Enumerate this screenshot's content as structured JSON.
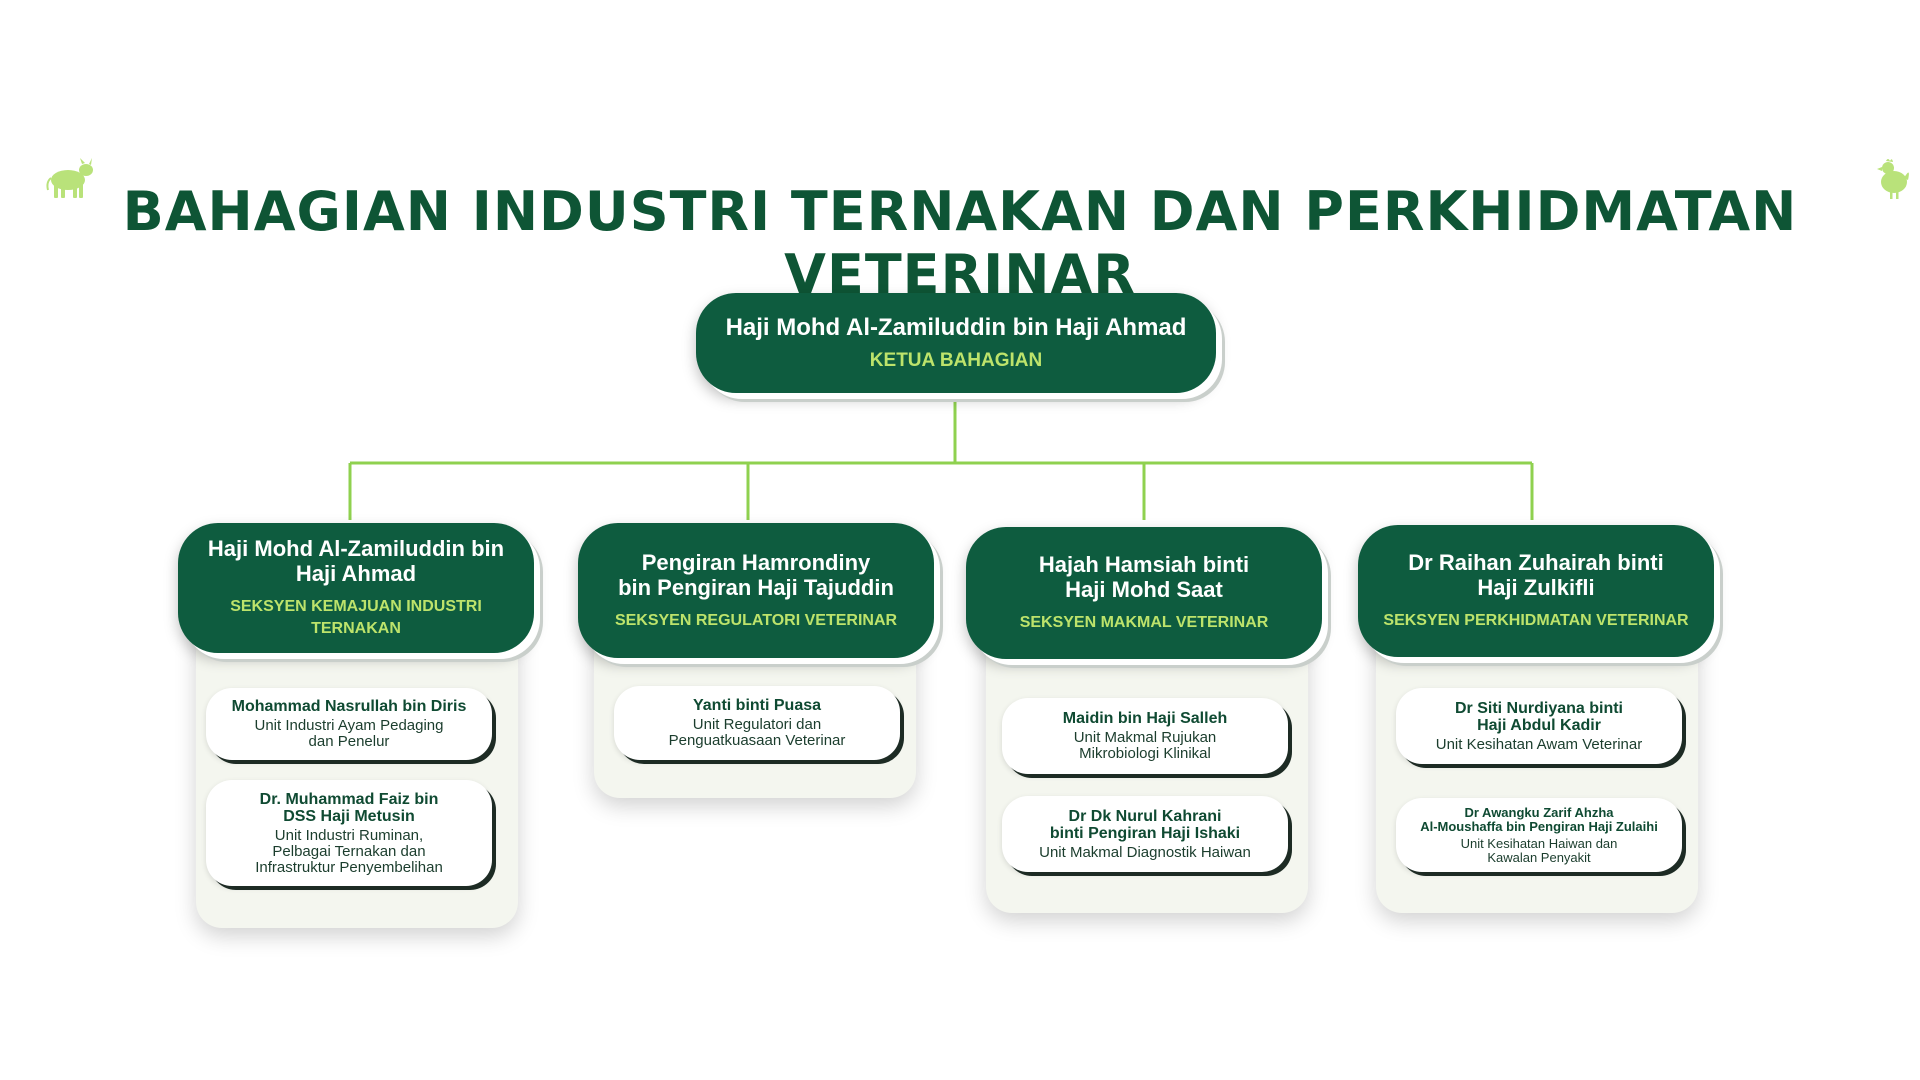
{
  "title": "BAHAGIAN INDUSTRI TERNAKAN DAN PERKHIDMATAN VETERINAR",
  "colors": {
    "primary": "#0e5c3f",
    "accent": "#bde36b",
    "connector": "#8fd14f"
  },
  "icons": {
    "left": "cow-icon",
    "right": "chicken-icon"
  },
  "head": {
    "name": "Haji Mohd Al-Zamiluddin bin Haji Ahmad",
    "role": "KETUA BAHAGIAN"
  },
  "sections": [
    {
      "name": "Haji Mohd Al-Zamiluddin bin\nHaji Ahmad",
      "role": "SEKSYEN KEMAJUAN INDUSTRI\nTERNAKAN",
      "units": [
        {
          "name": "Mohammad Nasrullah bin Diris",
          "unit": "Unit Industri Ayam Pedaging\ndan Penelur"
        },
        {
          "name": "Dr. Muhammad Faiz bin\nDSS Haji Metusin",
          "unit": "Unit Industri Ruminan,\nPelbagai Ternakan dan\nInfrastruktur Penyembelihan"
        }
      ]
    },
    {
      "name": "Pengiran Hamrondiny\nbin Pengiran Haji Tajuddin",
      "role": "SEKSYEN REGULATORI VETERINAR",
      "units": [
        {
          "name": "Yanti binti Puasa",
          "unit": "Unit Regulatori dan\nPenguatkuasaan Veterinar"
        }
      ]
    },
    {
      "name": "Hajah Hamsiah binti\nHaji Mohd Saat",
      "role": "SEKSYEN MAKMAL VETERINAR",
      "units": [
        {
          "name": "Maidin bin Haji Salleh",
          "unit": "Unit Makmal Rujukan\nMikrobiologi Klinikal"
        },
        {
          "name": "Dr Dk Nurul Kahrani\nbinti Pengiran Haji Ishaki",
          "unit": "Unit Makmal Diagnostik Haiwan"
        }
      ]
    },
    {
      "name": "Dr Raihan Zuhairah binti\nHaji Zulkifli",
      "role": "SEKSYEN PERKHIDMATAN VETERINAR",
      "units": [
        {
          "name": "Dr Siti Nurdiyana binti\nHaji Abdul Kadir",
          "unit": "Unit Kesihatan Awam Veterinar"
        },
        {
          "name": "Dr Awangku Zarif Ahzha\nAl-Moushaffa bin Pengiran Haji Zulaihi",
          "unit": "Unit Kesihatan Haiwan dan\nKawalan Penyakit"
        }
      ]
    }
  ]
}
